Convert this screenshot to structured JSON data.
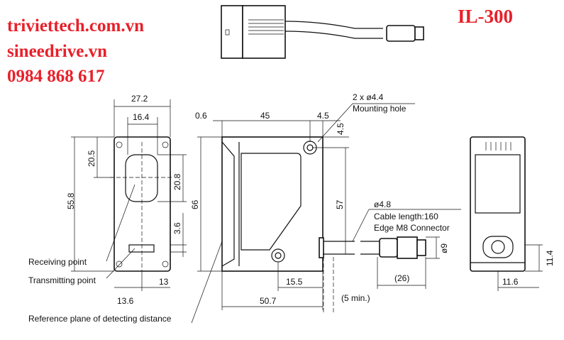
{
  "brand": {
    "site1": "triviettech.com.vn",
    "site2": "sineedrive.vn",
    "phone": "0984 868 617"
  },
  "model": "IL-300",
  "front_view": {
    "width": "27.2",
    "window_width": "16.4",
    "height": "55.8",
    "top_offset": "20.5",
    "window_height": "20.8",
    "tx_offset": "3.6",
    "bottom_left": "13.6",
    "bottom_right": "13"
  },
  "side_view": {
    "edge": "0.6",
    "body_width": "45",
    "hole_offset_x": "4.5",
    "hole_offset_y": "4.5",
    "height": "66",
    "hole_spacing": "57",
    "bottom_hole": "15.5",
    "overall_length": "50.7",
    "bend": "(5 min.)",
    "connector_length": "(26)",
    "connector_dia": "ø9"
  },
  "rear_view": {
    "height": "11.4",
    "width": "11.6"
  },
  "labels": {
    "mount_qty": "2 x ø4.4",
    "mount": "Mounting hole",
    "cable_dia": "ø4.8",
    "cable_len": "Cable length:160",
    "connector": "Edge M8 Connector",
    "receiving": "Receiving point",
    "transmitting": "Transmitting point",
    "reference": "Reference plane of detecting distance"
  }
}
